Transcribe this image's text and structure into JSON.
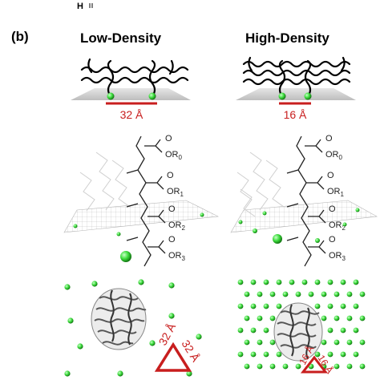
{
  "panel_label": "(b)",
  "top_fragment": "H",
  "columns": [
    {
      "title": "Low-Density",
      "spacing_label": "32 Å",
      "triangle_side_a": "32 Å",
      "triangle_side_b": "32 Å"
    },
    {
      "title": "High-Density",
      "spacing_label": "16 Å",
      "triangle_side_a": "16 Å",
      "triangle_side_b": "16 Å"
    }
  ],
  "monomer_labels": [
    "OR0",
    "OR1",
    "OR2",
    "OR3"
  ],
  "colors": {
    "accent_red": "#c81e1e",
    "sphere_green": "#3ddc3d",
    "plane_gray": "#c8c8c8"
  }
}
